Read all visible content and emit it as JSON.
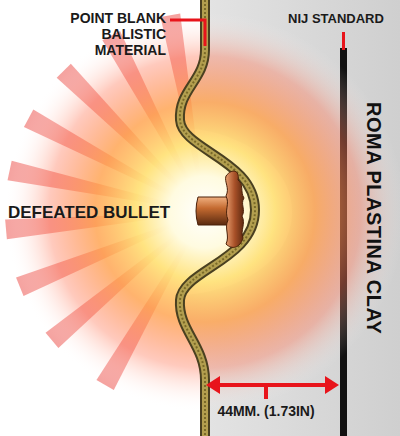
{
  "diagram": {
    "nodes": [
      {
        "text": [
          "ROMA PLASTINA CLAY"
        ]
      }
    ],
    "labels": [
      "POINT BLANK BALISTIC MATERIAL",
      "NIJ STANDARD",
      "DEFEATED BULLET",
      "44MM. (1.73IN)"
    ]
  }
}
